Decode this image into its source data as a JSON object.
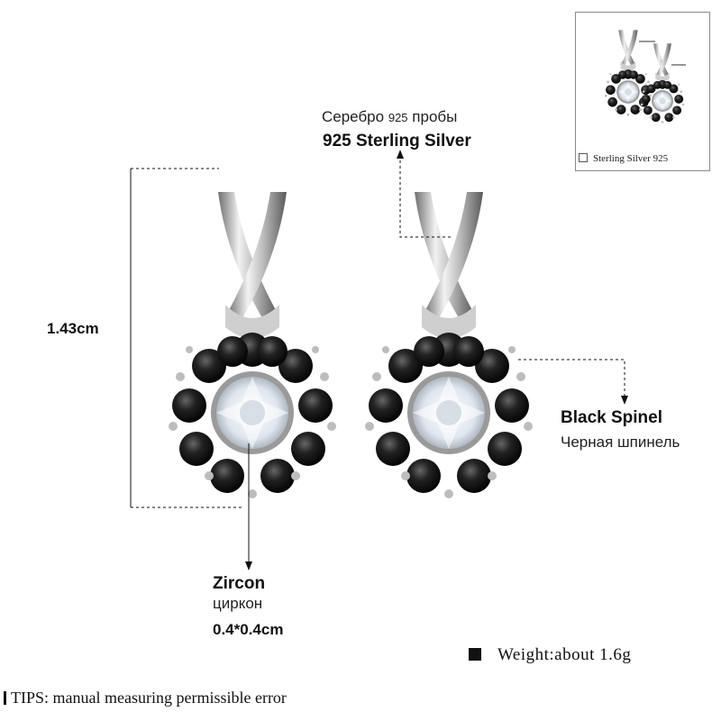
{
  "thumbnail": {
    "caption": "Sterling Silver 925"
  },
  "callouts": {
    "silver": {
      "ru_prefix": "Серебро",
      "ru_num": "925",
      "ru_suffix": "пробы",
      "en": "925 Sterling Silver"
    },
    "spinel": {
      "en": "Black Spinel",
      "ru": "Черная шпинель"
    },
    "zircon": {
      "en": "Zircon",
      "ru": "циркон",
      "size": "0.4*0.4cm"
    },
    "height": {
      "value": "1.43cm"
    }
  },
  "weight": {
    "text": "Weight:about 1.6g"
  },
  "tips": {
    "text": "TIPS: manual measuring permissible error"
  },
  "colors": {
    "silver": "#d9d9d9",
    "spinel": "#1a1a1a",
    "zircon": "#eef3f8",
    "guide": "#111111"
  }
}
